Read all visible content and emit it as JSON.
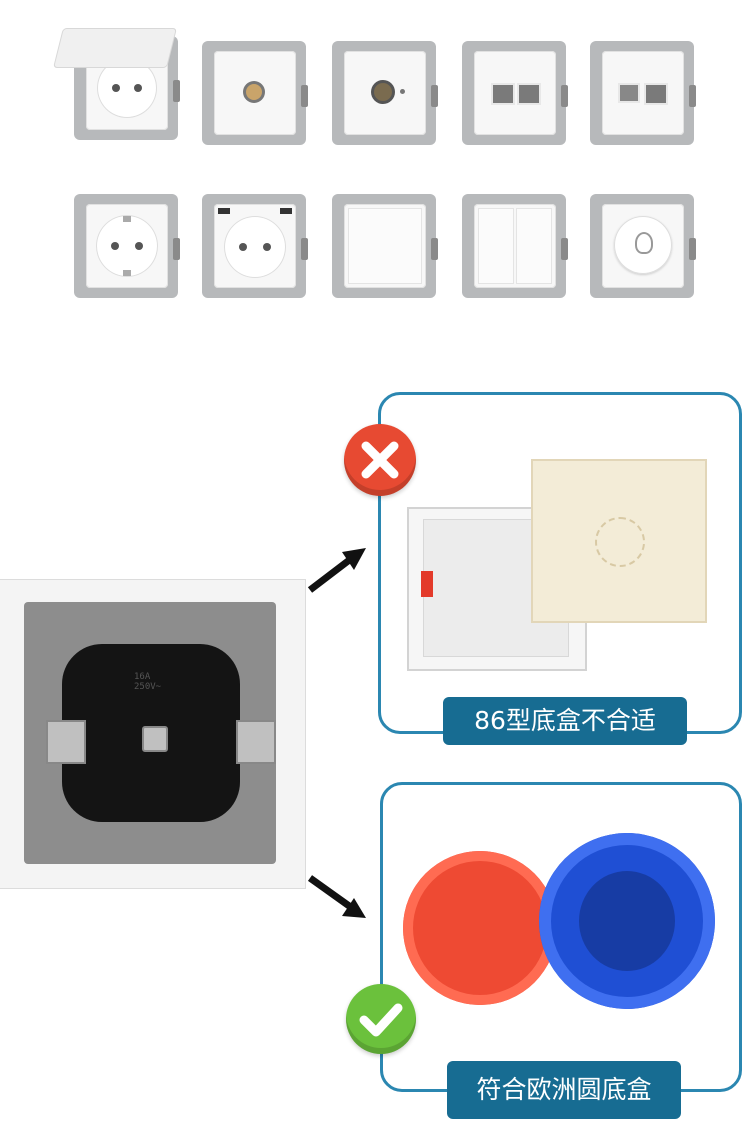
{
  "callouts": {
    "wrong_label": "86型底盒不合适",
    "right_label": "符合欧洲圆底盒"
  },
  "socket_marking": "16A\n250V~",
  "icons": {
    "wrong": "red-x-icon",
    "right": "green-check-icon"
  },
  "colors": {
    "callout_border": "#2b87b1",
    "label_bg": "#176c92",
    "red_box": "#e8462f",
    "blue_box": "#1f4fd4"
  }
}
